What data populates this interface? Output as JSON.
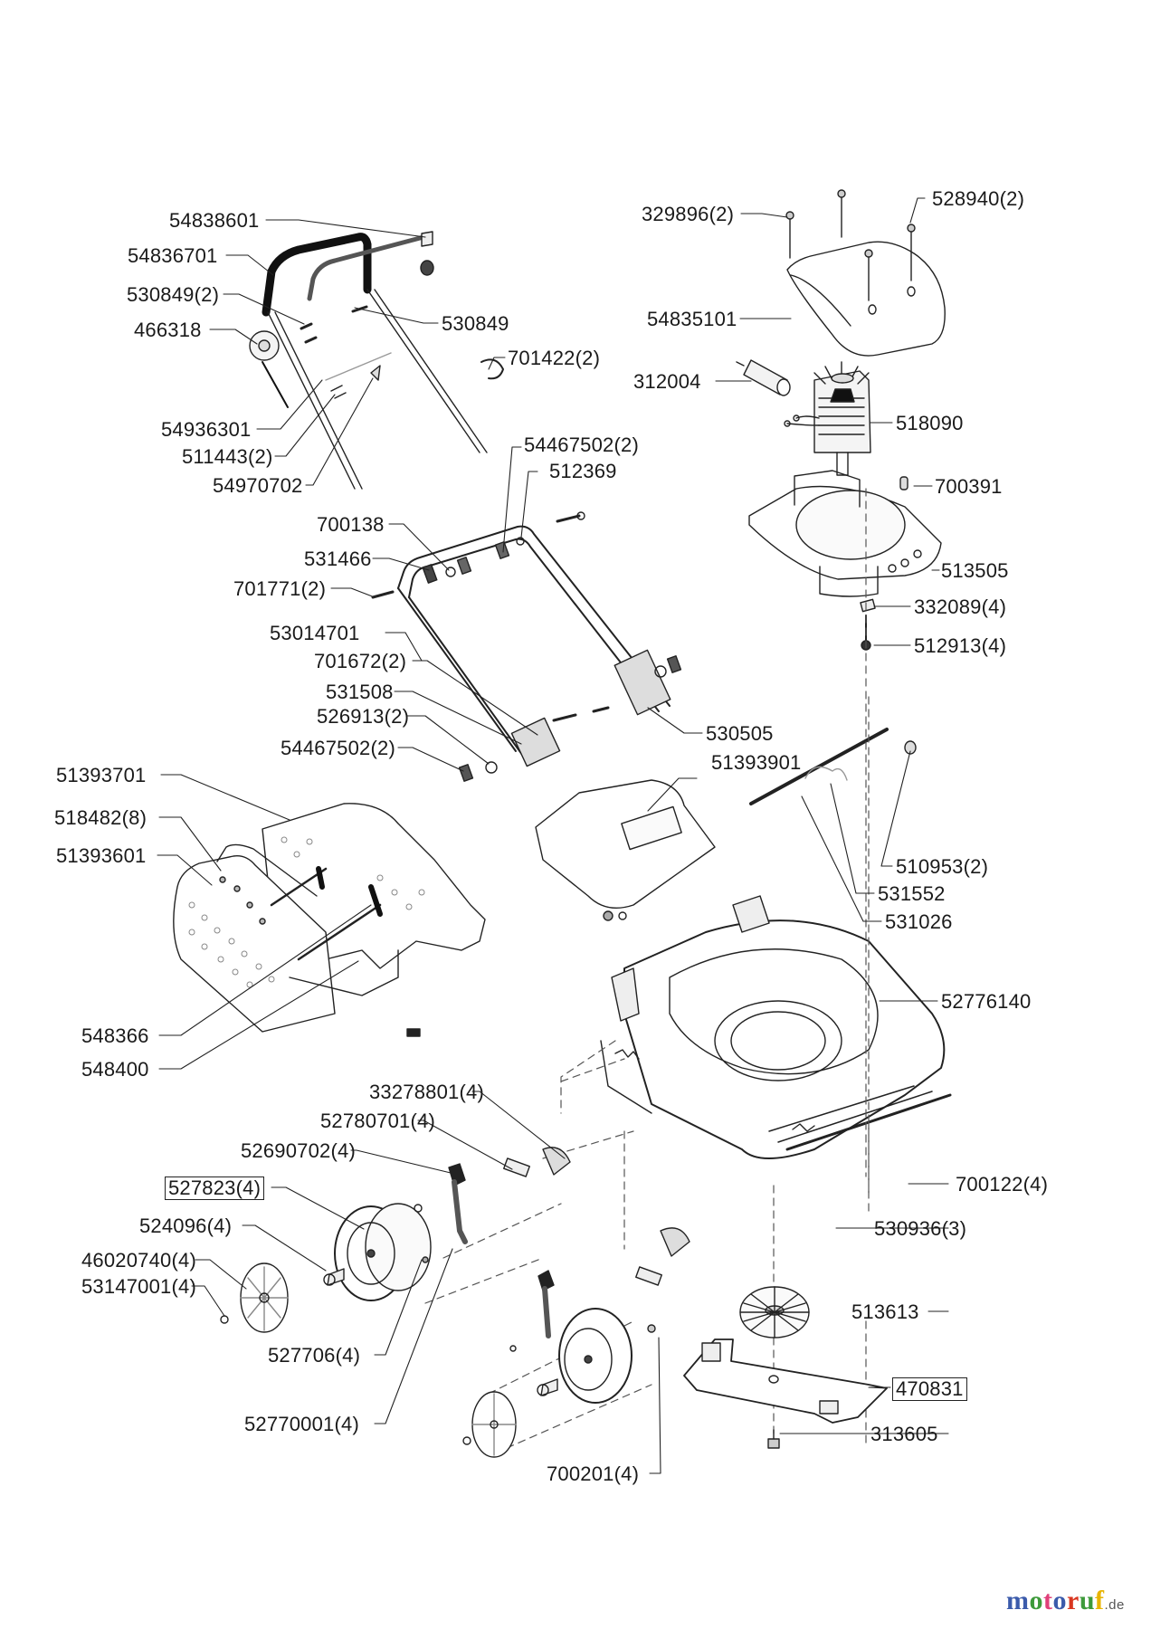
{
  "diagram": {
    "title": "Lawn mower exploded parts diagram",
    "labels": [
      {
        "id": "54838601",
        "text": "54838601"
      },
      {
        "id": "54836701",
        "text": "54836701"
      },
      {
        "id": "530849-2",
        "text": "530849(2)"
      },
      {
        "id": "466318",
        "text": "466318"
      },
      {
        "id": "530849",
        "text": "530849"
      },
      {
        "id": "701422-2",
        "text": "701422(2)"
      },
      {
        "id": "54936301",
        "text": "54936301"
      },
      {
        "id": "511443-2",
        "text": "511443(2)"
      },
      {
        "id": "54970702",
        "text": "54970702"
      },
      {
        "id": "54467502-2a",
        "text": "54467502(2)"
      },
      {
        "id": "512369",
        "text": "512369"
      },
      {
        "id": "700138",
        "text": "700138"
      },
      {
        "id": "531466",
        "text": "531466"
      },
      {
        "id": "701771-2",
        "text": "701771(2)"
      },
      {
        "id": "53014701",
        "text": "53014701"
      },
      {
        "id": "701672-2",
        "text": "701672(2)"
      },
      {
        "id": "531508",
        "text": "531508"
      },
      {
        "id": "526913-2",
        "text": "526913(2)"
      },
      {
        "id": "54467502-2b",
        "text": "54467502(2)"
      },
      {
        "id": "530505",
        "text": "530505"
      },
      {
        "id": "329896-2",
        "text": "329896(2)"
      },
      {
        "id": "528940-2",
        "text": "528940(2)"
      },
      {
        "id": "54835101",
        "text": "54835101"
      },
      {
        "id": "312004",
        "text": "312004"
      },
      {
        "id": "518090",
        "text": "518090"
      },
      {
        "id": "700391",
        "text": "700391"
      },
      {
        "id": "513505",
        "text": "513505"
      },
      {
        "id": "332089-4",
        "text": "332089(4)"
      },
      {
        "id": "512913-4",
        "text": "512913(4)"
      },
      {
        "id": "51393701",
        "text": "51393701"
      },
      {
        "id": "518482-8",
        "text": "518482(8)"
      },
      {
        "id": "51393601",
        "text": "51393601"
      },
      {
        "id": "51393901",
        "text": "51393901"
      },
      {
        "id": "510953-2",
        "text": "510953(2)"
      },
      {
        "id": "531552",
        "text": "531552"
      },
      {
        "id": "531026",
        "text": "531026"
      },
      {
        "id": "548366",
        "text": "548366"
      },
      {
        "id": "548400",
        "text": "548400"
      },
      {
        "id": "52776140",
        "text": "52776140"
      },
      {
        "id": "33278801-4",
        "text": "33278801(4)"
      },
      {
        "id": "52780701-4",
        "text": "52780701(4)"
      },
      {
        "id": "52690702-4",
        "text": "52690702(4)"
      },
      {
        "id": "527823-4",
        "text": "527823(4)",
        "boxed": true
      },
      {
        "id": "524096-4",
        "text": "524096(4)"
      },
      {
        "id": "46020740-4",
        "text": "46020740(4)"
      },
      {
        "id": "53147001-4",
        "text": "53147001(4)"
      },
      {
        "id": "700122-4",
        "text": "700122(4)"
      },
      {
        "id": "530936-3",
        "text": "530936(3)"
      },
      {
        "id": "513613",
        "text": "513613"
      },
      {
        "id": "470831",
        "text": "470831",
        "boxed": true
      },
      {
        "id": "313605",
        "text": "313605"
      },
      {
        "id": "527706-4",
        "text": "527706(4)"
      },
      {
        "id": "52770001-4",
        "text": "52770001(4)"
      },
      {
        "id": "700201-4",
        "text": "700201(4)"
      }
    ]
  },
  "watermark": {
    "letters": [
      "m",
      "o",
      "t",
      "o",
      "r",
      "u",
      "f"
    ],
    "colors": [
      "#3b5bab",
      "#3d9a3a",
      "#e0407a",
      "#3b5bab",
      "#d9361f",
      "#3d9a3a",
      "#e8b400"
    ],
    "tld": ".de"
  }
}
